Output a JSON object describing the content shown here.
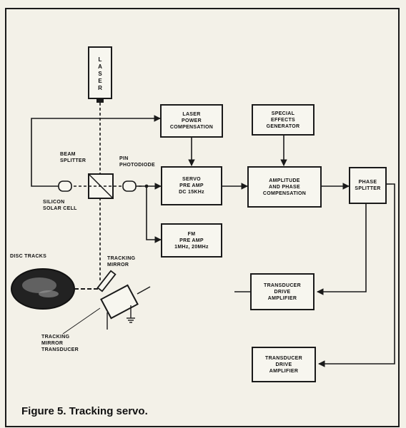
{
  "blocks": {
    "laser": "LASER",
    "laser_power_compensation": "LASER\nPOWER\nCOMPENSATION",
    "special_effects_generator": "SPECIAL\nEFFECTS\nGENERATOR",
    "servo_pre_amp": "SERVO\nPRE AMP\nDC 15KHz",
    "amplitude_phase_compensation": "AMPLITUDE\nAND PHASE\nCOMPENSATION",
    "phase_splitter": "PHASE\nSPLITTER",
    "fm_pre_amp": "FM\nPRE AMP\n1MHz, 20MHz",
    "transducer_drive_amplifier_1": "TRANSDUCER\nDRIVE\nAMPLIFIER",
    "transducer_drive_amplifier_2": "TRANSDUCER\nDRIVE\nAMPLIFIER"
  },
  "labels": {
    "beam_splitter": "BEAM\nSPLITTER",
    "pin_photodiode": "PIN\nPHOTODIODE",
    "silicon_solar_cell": "SILICON\nSOLAR CELL",
    "disc_tracks": "DISC TRACKS",
    "tracking_mirror": "TRACKING\nMIRROR",
    "tracking_mirror_transducer": "TRACKING\nMIRROR\nTRANSDUCER"
  },
  "caption": "Figure 5.  Tracking servo.",
  "colors": {
    "ink": "#1a1a1a",
    "paper": "#f3f1e8"
  }
}
